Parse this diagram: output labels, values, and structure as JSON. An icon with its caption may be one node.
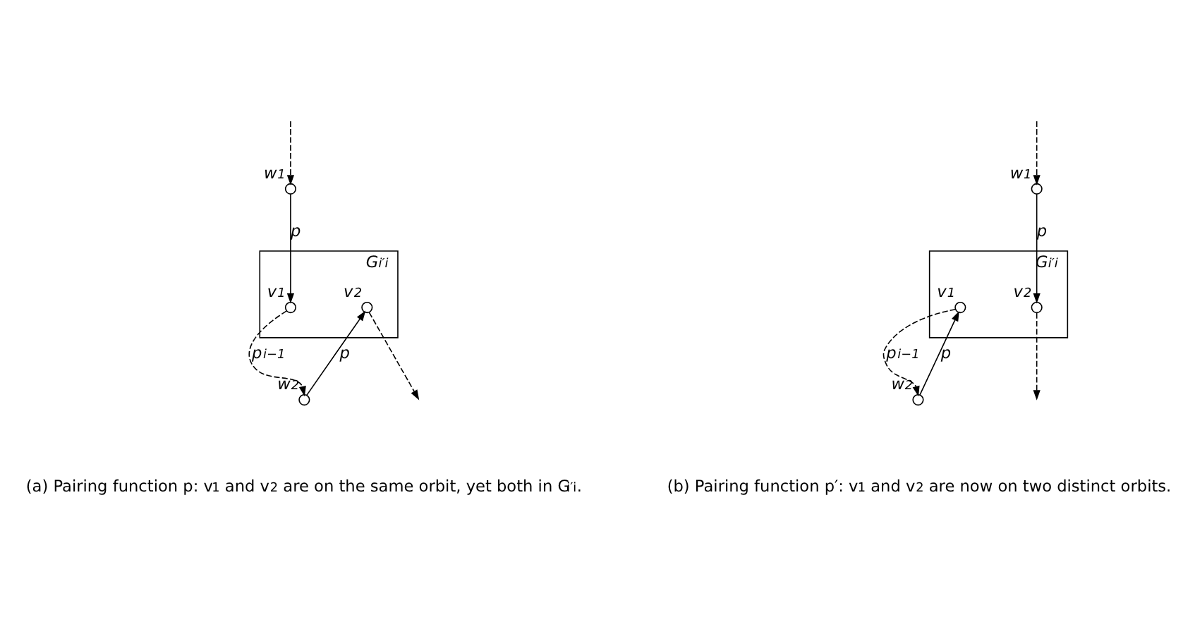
{
  "diagram": {
    "nodes": [
      {
        "text": [],
        "shape": "circle",
        "beside": [
          "w$_{1}$"
        ]
      },
      {
        "text": [
          "G$_{i′i}$"
        ]
      },
      {
        "text": [],
        "shape": "circle",
        "beside": [
          "v$_{1}$"
        ],
        "in": 1
      },
      {
        "text": [],
        "shape": "circle",
        "beside": [
          "v$_{2}$"
        ],
        "in": 1
      },
      {
        "text": [],
        "shape": "circle",
        "beside": [
          "w$_{2}$"
        ]
      },
      {
        "text": [],
        "shape": "circle",
        "beside": [
          "w$_{1}$"
        ]
      },
      {
        "text": [
          "G$_{i′i}$"
        ]
      },
      {
        "text": [],
        "shape": "circle",
        "beside": [
          "v$_{1}$"
        ],
        "in": 6
      },
      {
        "text": [],
        "shape": "circle",
        "beside": [
          "v$_{2}$"
        ],
        "in": 6
      },
      {
        "text": [],
        "shape": "circle",
        "beside": [
          "w$_{2}$"
        ]
      }
    ],
    "edges": [
      {
        "from": null,
        "to": 0,
        "arrow": "to",
        "style": "dashed"
      },
      {
        "from": 0,
        "to": 2,
        "arrow": "to",
        "label": "p"
      },
      {
        "from": 2,
        "to": 4,
        "arrow": "to",
        "style": "dashed",
        "label": "p$^{i−1}$"
      },
      {
        "from": 4,
        "to": 3,
        "arrow": "to",
        "label": "p"
      },
      {
        "from": 3,
        "to": null,
        "arrow": "to",
        "style": "dashed"
      },
      {
        "from": null,
        "to": 5,
        "arrow": "to",
        "style": "dashed"
      },
      {
        "from": 5,
        "to": 8,
        "arrow": "to",
        "label": "p"
      },
      {
        "from": 8,
        "to": null,
        "arrow": "to",
        "style": "dashed"
      },
      {
        "from": 9,
        "to": 7,
        "arrow": "to",
        "label": "p"
      },
      {
        "from": 7,
        "to": 9,
        "arrow": "to",
        "style": "dashed",
        "label": "p$^{i−1}$"
      }
    ],
    "labels": [
      "(a) Pairing function p: v$_{1}$ and v$_{2}$ are on the same orbit, yet both in G$_{i′i}$.",
      "(b) Pairing function p′: v$_{1}$ and v$_{2}$ are now on two distinct orbits."
    ]
  }
}
